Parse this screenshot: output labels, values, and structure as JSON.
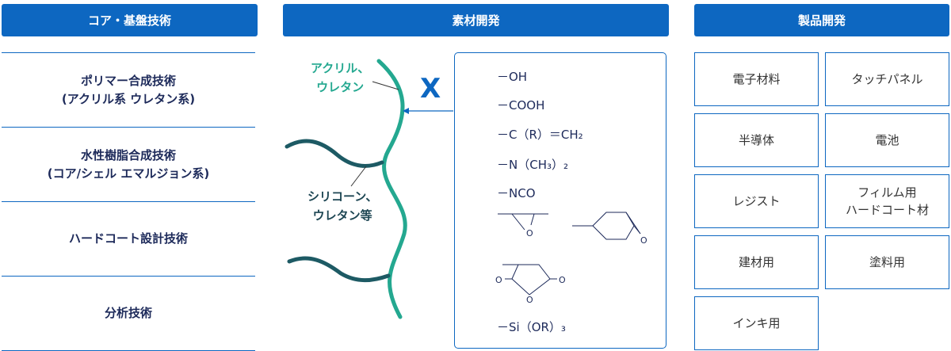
{
  "headers": {
    "core": "コア・基盤技術",
    "materials": "素材開発",
    "products": "製品開発"
  },
  "core_technologies": [
    {
      "line1": "ポリマー合成技術",
      "line2": "(アクリル系 ウレタン系)"
    },
    {
      "line1": "水性樹脂合成技術",
      "line2": "(コア/シェル エマルジョン系)"
    },
    {
      "line1": "ハードコート設計技術",
      "line2": ""
    },
    {
      "line1": "分析技術",
      "line2": ""
    }
  ],
  "polymer_labels": {
    "acrylic": "アクリル、\nウレタン",
    "silicone": "シリコーン、\nウレタン等"
  },
  "x_mark": "X",
  "functional_groups": [
    "－OH",
    "－COOH",
    "－C（R）＝CH₂",
    "－N（CH₃）₂",
    "－NCO",
    "－Si（OR）₃"
  ],
  "epoxy_label": "O",
  "anhydride_labels": [
    "O",
    "O",
    "O"
  ],
  "products": [
    "電子材料",
    "タッチパネル",
    "半導体",
    "電池",
    "レジスト",
    "フィルム用\nハードコート材",
    "建材用",
    "塗料用",
    "インキ用"
  ],
  "colors": {
    "blue": "#0d67c1",
    "teal": "#24a890",
    "dark_teal": "#1d5a64",
    "navy": "#1d2a5a"
  }
}
